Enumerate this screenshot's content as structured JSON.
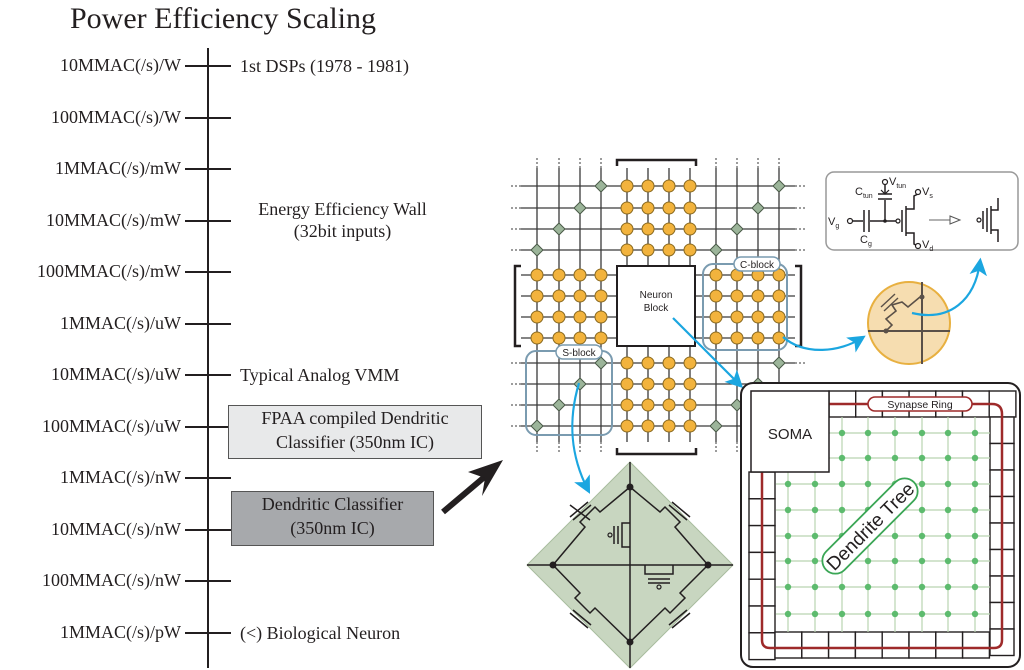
{
  "title": "Power Efficiency Scaling",
  "scale": {
    "ticks": [
      "10MMAC(/s)/W",
      "100MMAC(/s)/W",
      "1MMAC(/s)/mW",
      "10MMAC(/s)/mW",
      "100MMAC(/s)/mW",
      "1MMAC(/s)/uW",
      "10MMAC(/s)/uW",
      "100MMAC(/s)/uW",
      "1MMAC(/s)/nW",
      "10MMAC(/s)/nW",
      "100MMAC(/s)/nW",
      "1MMAC(/s)/pW"
    ]
  },
  "annotations": {
    "dsp": "1st DSPs (1978 - 1981)",
    "wall_line1": "Energy Efficiency Wall",
    "wall_line2": "(32bit inputs)",
    "vmm": "Typical  Analog VMM",
    "neuron": "(<) Biological Neuron"
  },
  "boxes": {
    "fpaa_line1": "FPAA compiled Dendritic",
    "fpaa_line2": "Classifier (350nm IC)",
    "dendritic_line1": "Dendritic Classifier",
    "dendritic_line2": "(350nm IC)"
  },
  "fabric": {
    "neuron_block_line1": "Neuron",
    "neuron_block_line2": "Block",
    "c_block": "C-block",
    "s_block": "S-block"
  },
  "circuit": {
    "c_tun": "C",
    "c_tun_sub": "tun",
    "v_tun": "V",
    "v_tun_sub": "tun",
    "v_s": "V",
    "v_s_sub": "s",
    "v_g": "V",
    "v_g_sub": "g",
    "c_g": "C",
    "c_g_sub": "g",
    "v_d": "V",
    "v_d_sub": "d"
  },
  "neuron": {
    "soma": "SOMA",
    "synapse_ring": "Synapse Ring",
    "dendrite_tree": "Dendrite Tree"
  },
  "colors": {
    "switch_fill": "#f2b33d",
    "diamond_fill": "#9cb59a",
    "block_outline": "#7a9bb0",
    "arrow_blue": "#1ba6e0",
    "synapse_red": "#9e2a2a",
    "dendrite_green": "#3aa655",
    "circle_fill": "#f6ddb0",
    "diamond_bg": "#c8d6c0"
  }
}
